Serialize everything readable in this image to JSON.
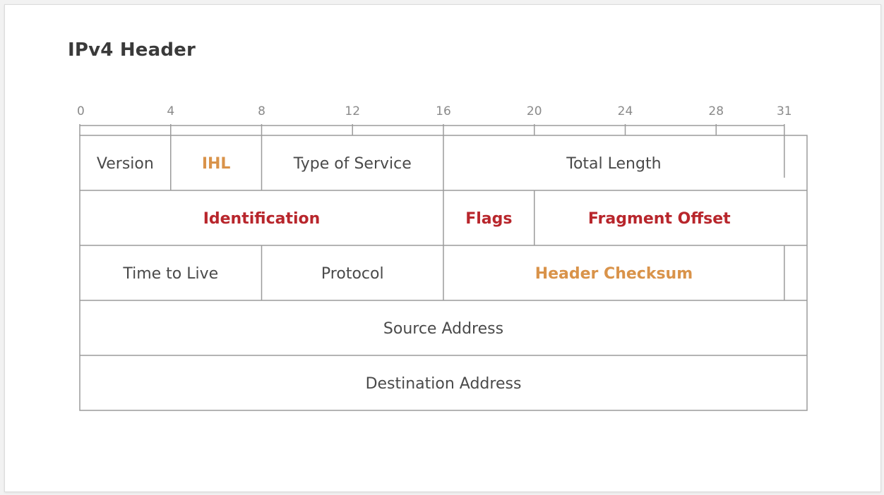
{
  "title": "IPv4 Header",
  "colors": {
    "red": "#b8262c",
    "orange": "#d9934a",
    "text": "#4a4a4a",
    "line": "#9b9b9b"
  },
  "ruler": [
    "0",
    "4",
    "8",
    "12",
    "16",
    "20",
    "24",
    "28",
    "31"
  ],
  "rows": [
    [
      {
        "label": "Version",
        "from": 0,
        "to": 4,
        "style": "normal"
      },
      {
        "label": "IHL",
        "from": 4,
        "to": 8,
        "style": "orange"
      },
      {
        "label": "Type of Service",
        "from": 8,
        "to": 16,
        "style": "normal"
      },
      {
        "label": "Total Length",
        "from": 16,
        "to": 32,
        "style": "normal"
      }
    ],
    [
      {
        "label": "Identification",
        "from": 0,
        "to": 16,
        "style": "red"
      },
      {
        "label": "Flags",
        "from": 16,
        "to": 20,
        "style": "red"
      },
      {
        "label": "Fragment Offset",
        "from": 20,
        "to": 32,
        "style": "red"
      }
    ],
    [
      {
        "label": "Time to Live",
        "from": 0,
        "to": 8,
        "style": "normal"
      },
      {
        "label": "Protocol",
        "from": 8,
        "to": 16,
        "style": "normal"
      },
      {
        "label": "Header Checksum",
        "from": 16,
        "to": 32,
        "style": "orange"
      }
    ],
    [
      {
        "label": "Source Address",
        "from": 0,
        "to": 32,
        "style": "normal"
      }
    ],
    [
      {
        "label": "Destination Address",
        "from": 0,
        "to": 32,
        "style": "normal"
      }
    ]
  ]
}
